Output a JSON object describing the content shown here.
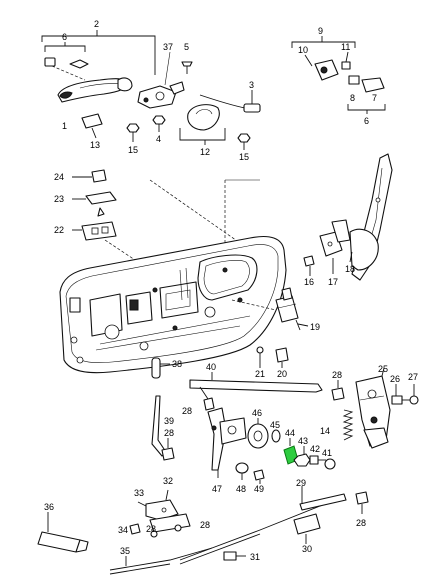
{
  "callouts": {
    "n2": "2",
    "n6a": "6",
    "n37": "37",
    "n5": "5",
    "n3": "3",
    "n9": "9",
    "n10": "10",
    "n11": "11",
    "n8": "8",
    "n7": "7",
    "n6b": "6",
    "n1": "1",
    "n13": "13",
    "n15a": "15",
    "n4": "4",
    "n12": "12",
    "n15b": "15",
    "n24": "24",
    "n23": "23",
    "n22": "22",
    "n16": "16",
    "n17": "17",
    "n18": "18",
    "n19": "19",
    "n38": "38",
    "n21": "21",
    "n20": "20",
    "n40": "40",
    "n28a": "28",
    "n25": "25",
    "n26": "26",
    "n27": "27",
    "n28b": "28",
    "n46": "46",
    "n39": "39",
    "n28c": "28",
    "n45": "45",
    "n44": "44",
    "n43": "43",
    "n14": "14",
    "n42": "42",
    "n41": "41",
    "n47": "47",
    "n48": "48",
    "n49": "49",
    "n36": "36",
    "n33": "33",
    "n32": "32",
    "n34": "34",
    "n28d": "28",
    "n28e": "28",
    "n35": "35",
    "n31": "31",
    "n29": "29",
    "n30": "30",
    "n28f": "28"
  },
  "colors": {
    "line": "#111111",
    "highlight": "#2ecc40",
    "highlight_stroke": "#0a7a14",
    "background": "#ffffff"
  },
  "highlighted_part": "44"
}
